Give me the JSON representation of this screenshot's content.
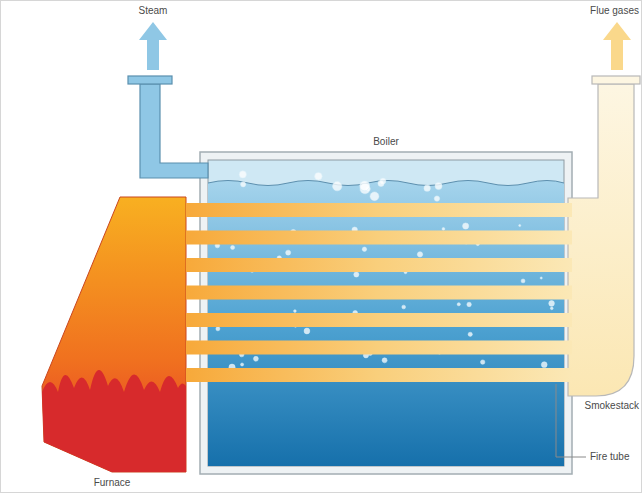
{
  "diagram": {
    "labels": [
      "Steam",
      "Flue gases",
      "Boiler",
      "Smokestack",
      "Fire tube",
      "Furnace"
    ]
  }
}
